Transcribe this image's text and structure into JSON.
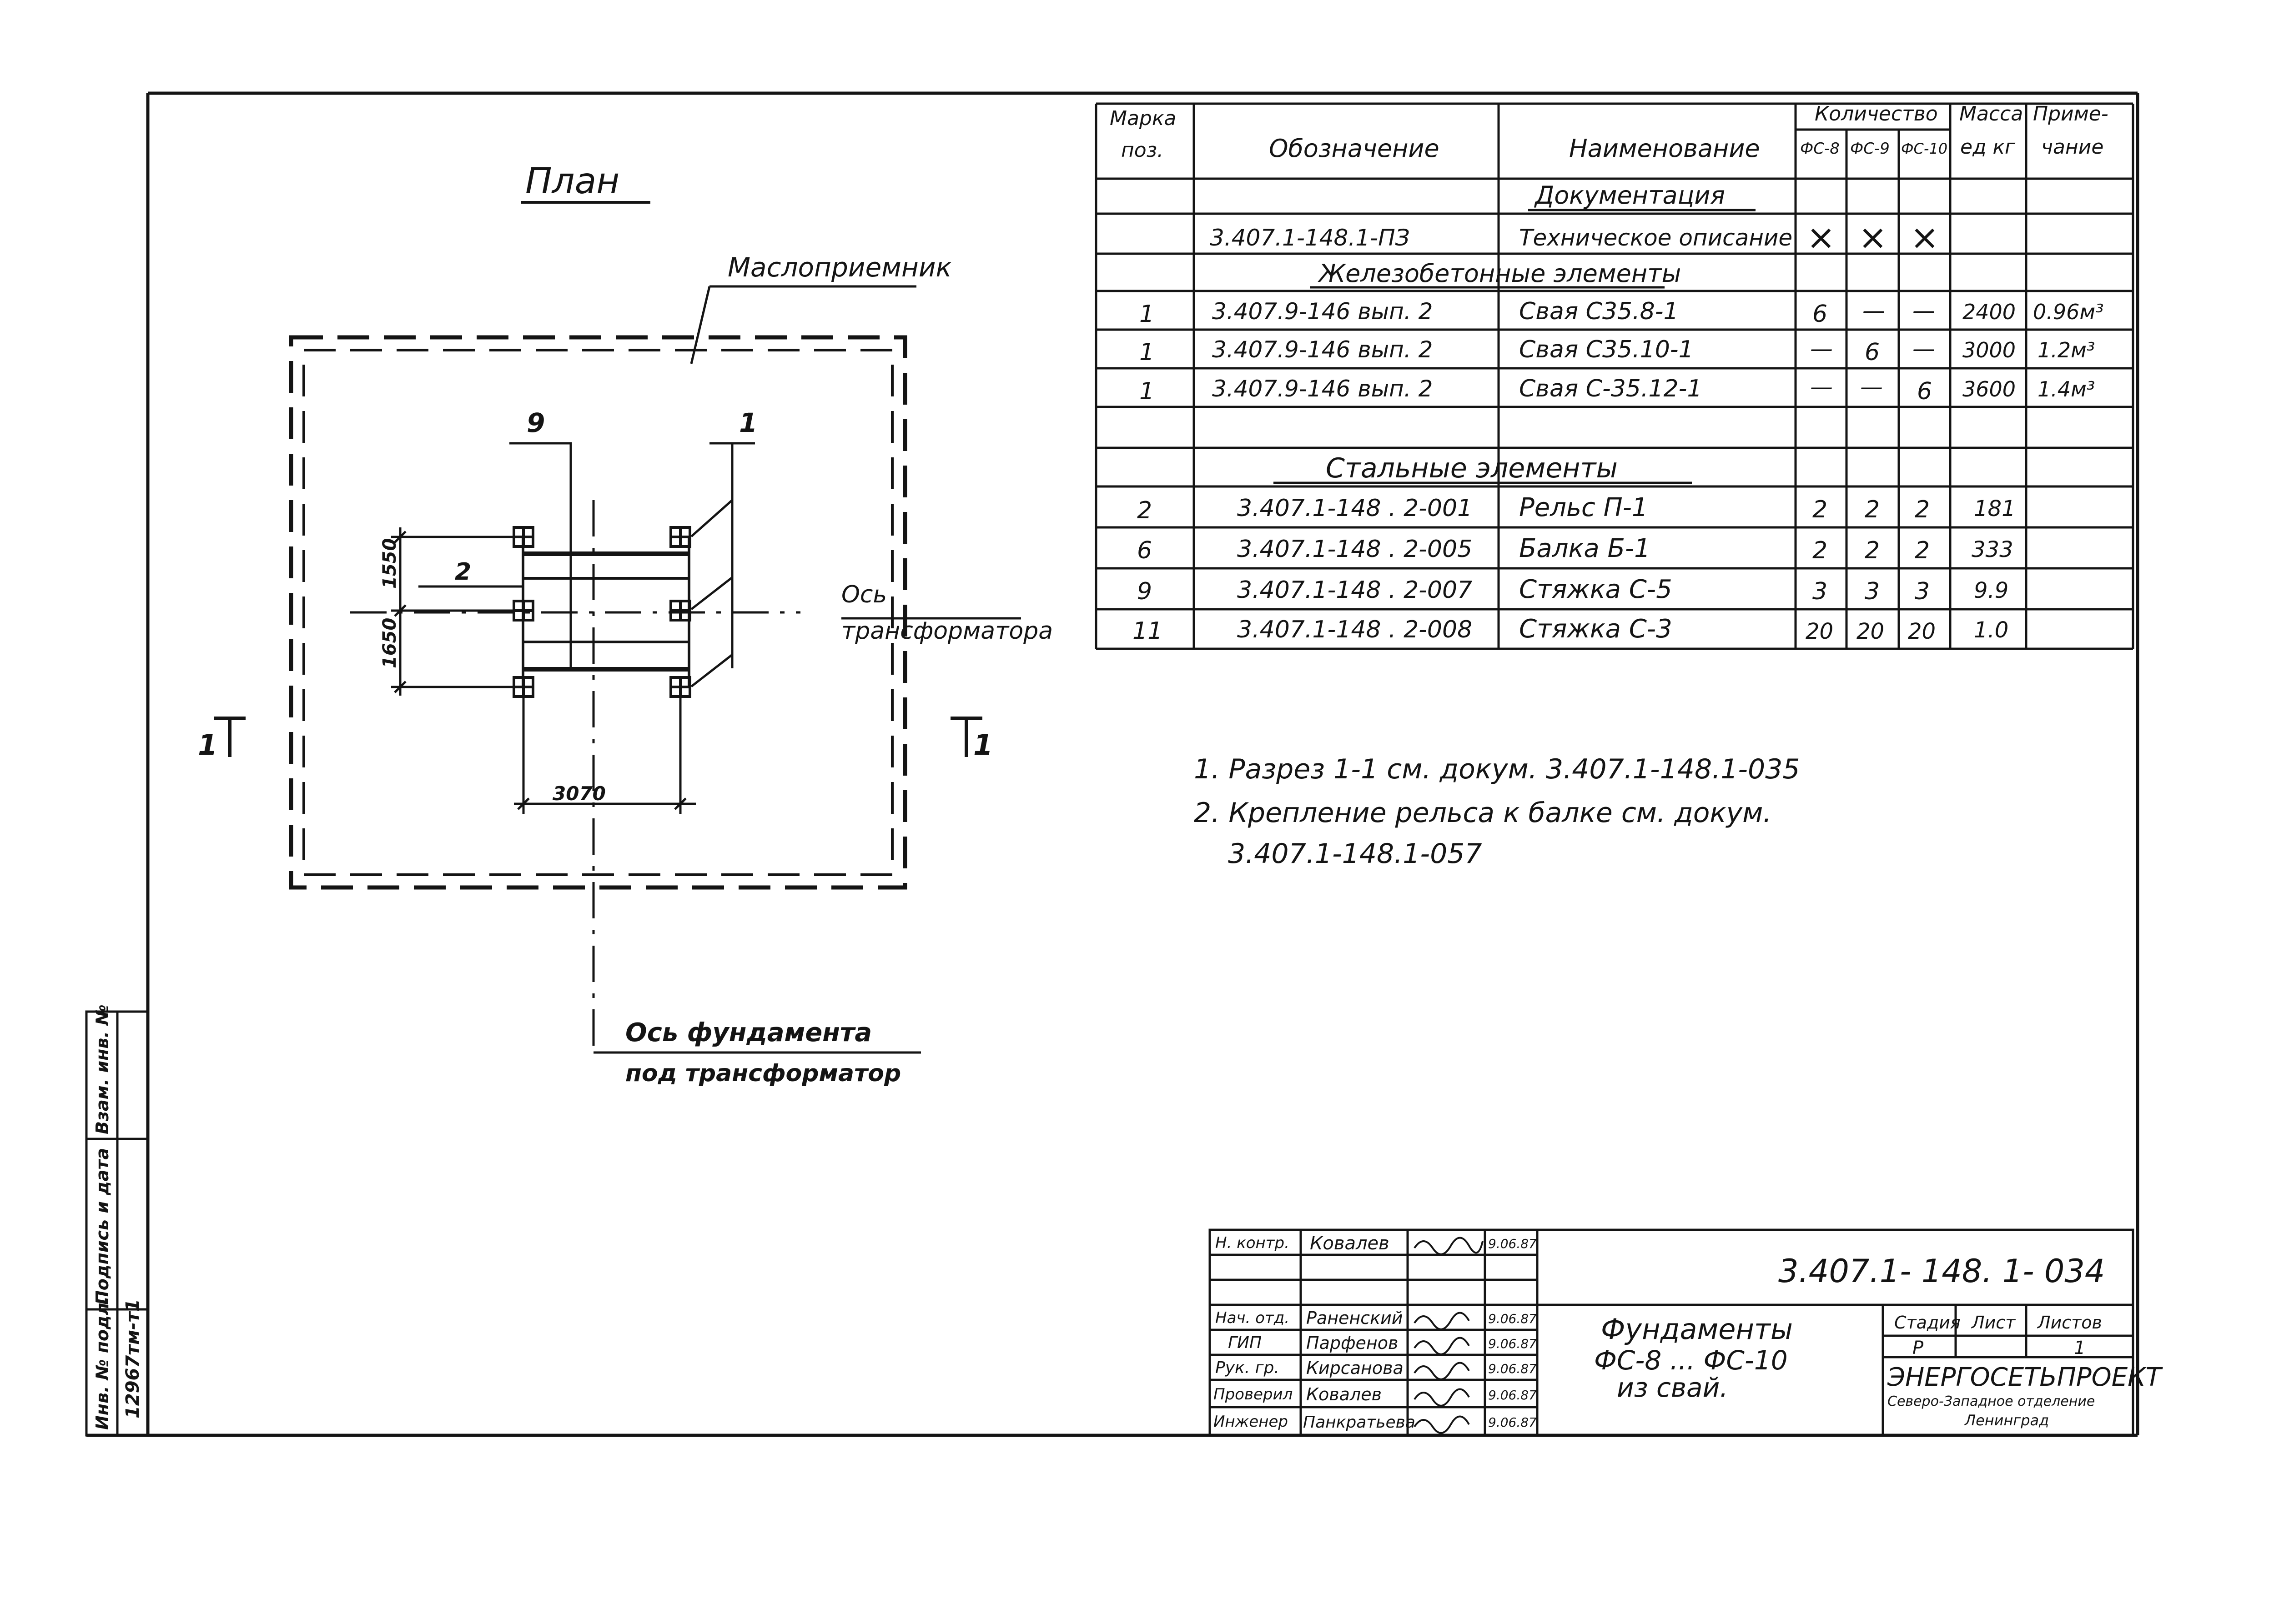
{
  "plan": {
    "title": "План",
    "oil_receiver": "Маслоприемник",
    "callout_9": "9",
    "callout_1": "1",
    "callout_2": "2",
    "dim_1550": "1550",
    "dim_1650": "1650",
    "dim_3070": "3070",
    "axis_transformer_1": "Ось",
    "axis_transformer_2": "трансформатора",
    "section_left": "1",
    "section_right": "1",
    "axis_foundation_1": "Ось фундамента",
    "axis_foundation_2": "под трансформатор"
  },
  "spec": {
    "headers": {
      "mark": "Марка поз.",
      "designation": "Обозначение",
      "name": "Наименование",
      "quantity": "Количество",
      "q_fs8": "ФС-8",
      "q_fs9": "ФС-9",
      "q_fs10": "ФС-10",
      "mass_1": "Масса",
      "mass_2": "ед кг",
      "note_1": "Приме-",
      "note_2": "чание"
    },
    "sections": {
      "documentation": "Документация",
      "rc_elements": "Железобетонные элементы",
      "steel_elements": "Стальные элементы"
    },
    "doc_row": {
      "mark": "",
      "designation": "3.407.1-148.1-ПЗ",
      "name": "Техническое описание",
      "q": [
        "×",
        "×",
        "×"
      ],
      "mass": "",
      "note": ""
    },
    "rc_rows": [
      {
        "mark": "1",
        "designation": "3.407.9-146   вып. 2",
        "name": "Свая С35.8-1",
        "q": [
          "6",
          "—",
          "—"
        ],
        "mass": "2400",
        "note": "0.96м³"
      },
      {
        "mark": "1",
        "designation": "3.407.9-146   вып. 2",
        "name": "Свая С35.10-1",
        "q": [
          "—",
          "6",
          "—"
        ],
        "mass": "3000",
        "note": "1.2м³"
      },
      {
        "mark": "1",
        "designation": "3.407.9-146   вып. 2",
        "name": "Свая С-35.12-1",
        "q": [
          "—",
          "—",
          "6"
        ],
        "mass": "3600",
        "note": "1.4м³"
      }
    ],
    "steel_rows": [
      {
        "mark": "2",
        "designation": "3.407.1-148 . 2-001",
        "name": "Рельс П-1",
        "q": [
          "2",
          "2",
          "2"
        ],
        "mass": "181",
        "note": ""
      },
      {
        "mark": "6",
        "designation": "3.407.1-148 . 2-005",
        "name": "Балка Б-1",
        "q": [
          "2",
          "2",
          "2"
        ],
        "mass": "333",
        "note": ""
      },
      {
        "mark": "9",
        "designation": "3.407.1-148 . 2-007",
        "name": "Стяжка С-5",
        "q": [
          "3",
          "3",
          "3"
        ],
        "mass": "9.9",
        "note": ""
      },
      {
        "mark": "11",
        "designation": "3.407.1-148 . 2-008",
        "name": "Стяжка С-3",
        "q": [
          "20",
          "20",
          "20"
        ],
        "mass": "1.0",
        "note": ""
      }
    ]
  },
  "notes": {
    "n1": "1. Разрез 1-1 см. докум.  3.407.1-148.1-035",
    "n2": "2. Крепление рельса к балке см. докум.",
    "n3": "3.407.1-148.1-057"
  },
  "title_block": {
    "code": "3.407.1- 148. 1- 034",
    "title_1": "Фундаменты",
    "title_2": "ФС-8 ...  ФС-10",
    "title_3": "из свай.",
    "stage_label": "Стадия",
    "sheet_label": "Лист",
    "sheets_label": "Листов",
    "stage_value": "Р",
    "sheets_value": "1",
    "org": "ЭНЕРГОСЕТЬПРОЕКТ",
    "org_dept": "Северо-Западное отделение",
    "org_city": "Ленинград",
    "staff": [
      {
        "role": "Н. контр.",
        "name": "Ковалев",
        "date": "9.06.87"
      },
      {
        "role": "",
        "name": "",
        "date": ""
      },
      {
        "role": "Нач. отд.",
        "name": "Раненский",
        "date": "9.06.87"
      },
      {
        "role": "ГИП",
        "name": "Парфенов",
        "date": "9.06.87"
      },
      {
        "role": "Рук. гр.",
        "name": "Кирсанова",
        "date": "9.06.87"
      },
      {
        "role": "Проверил",
        "name": "Ковалев",
        "date": "9.06.87"
      },
      {
        "role": "Инженер",
        "name": "Панкратьева",
        "date": "9.06.87"
      }
    ]
  },
  "side_stamp": {
    "inv_label": "Инв. № подл.",
    "inv_value": "12967тм-т1",
    "sign_label": "Подпись и дата",
    "replace_label": "Взам. инв. №"
  }
}
